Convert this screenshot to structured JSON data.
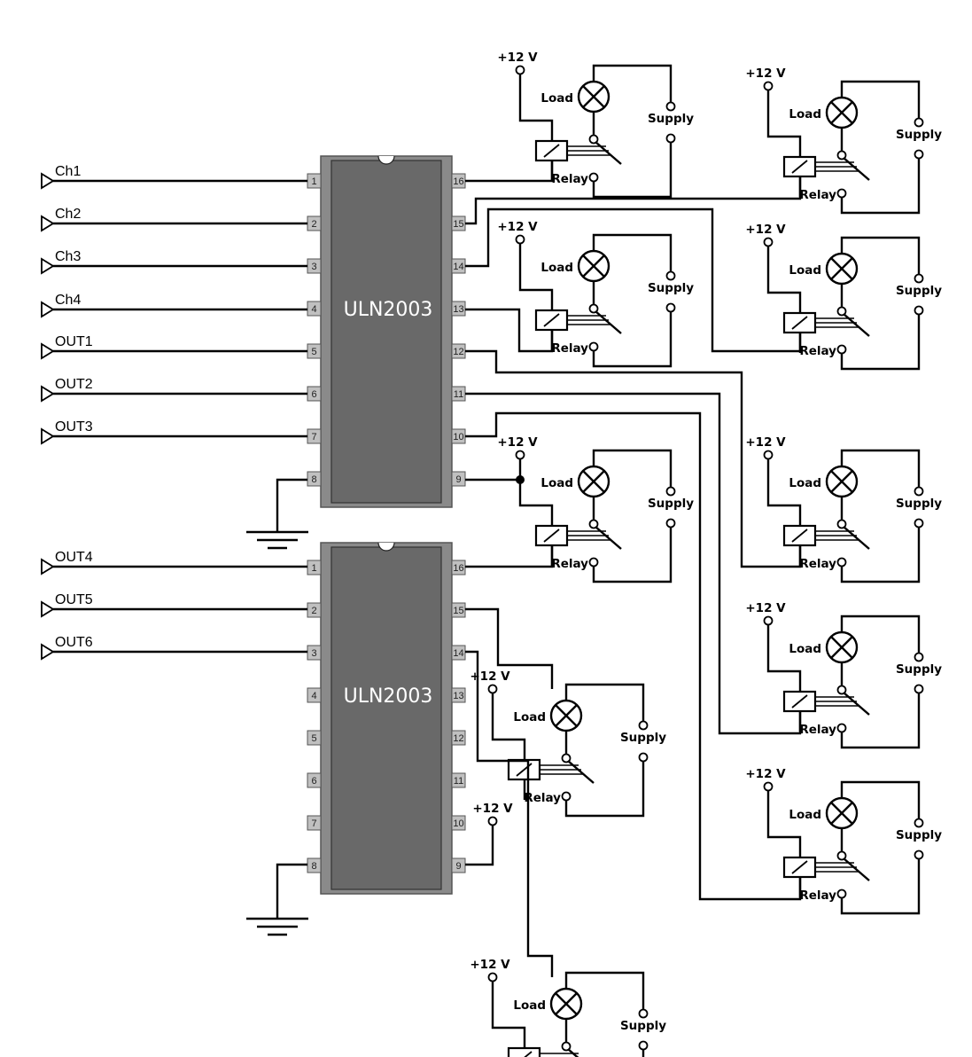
{
  "chips": [
    {
      "label": "ULN2003",
      "pins": [
        "1",
        "2",
        "3",
        "4",
        "5",
        "6",
        "7",
        "8",
        "9",
        "10",
        "11",
        "12",
        "13",
        "14",
        "15",
        "16"
      ]
    },
    {
      "label": "ULN2003",
      "pins": [
        "1",
        "2",
        "3",
        "4",
        "5",
        "6",
        "7",
        "8",
        "9",
        "10",
        "11",
        "12",
        "13",
        "14",
        "15",
        "16"
      ]
    }
  ],
  "inputs": [
    "Ch1",
    "Ch2",
    "Ch3",
    "Ch4",
    "OUT1",
    "OUT2",
    "OUT3",
    "OUT4",
    "OUT5",
    "OUT6"
  ],
  "relay_labels": {
    "supply_voltage": "+12 V",
    "load": "Load",
    "supply": "Supply",
    "relay": "Relay"
  },
  "relay_count": 10,
  "colors": {
    "chip_body": "#696969",
    "chip_frame": "#8a8a8a",
    "pin_fill": "#c0c0c0",
    "wire": "#000000"
  }
}
